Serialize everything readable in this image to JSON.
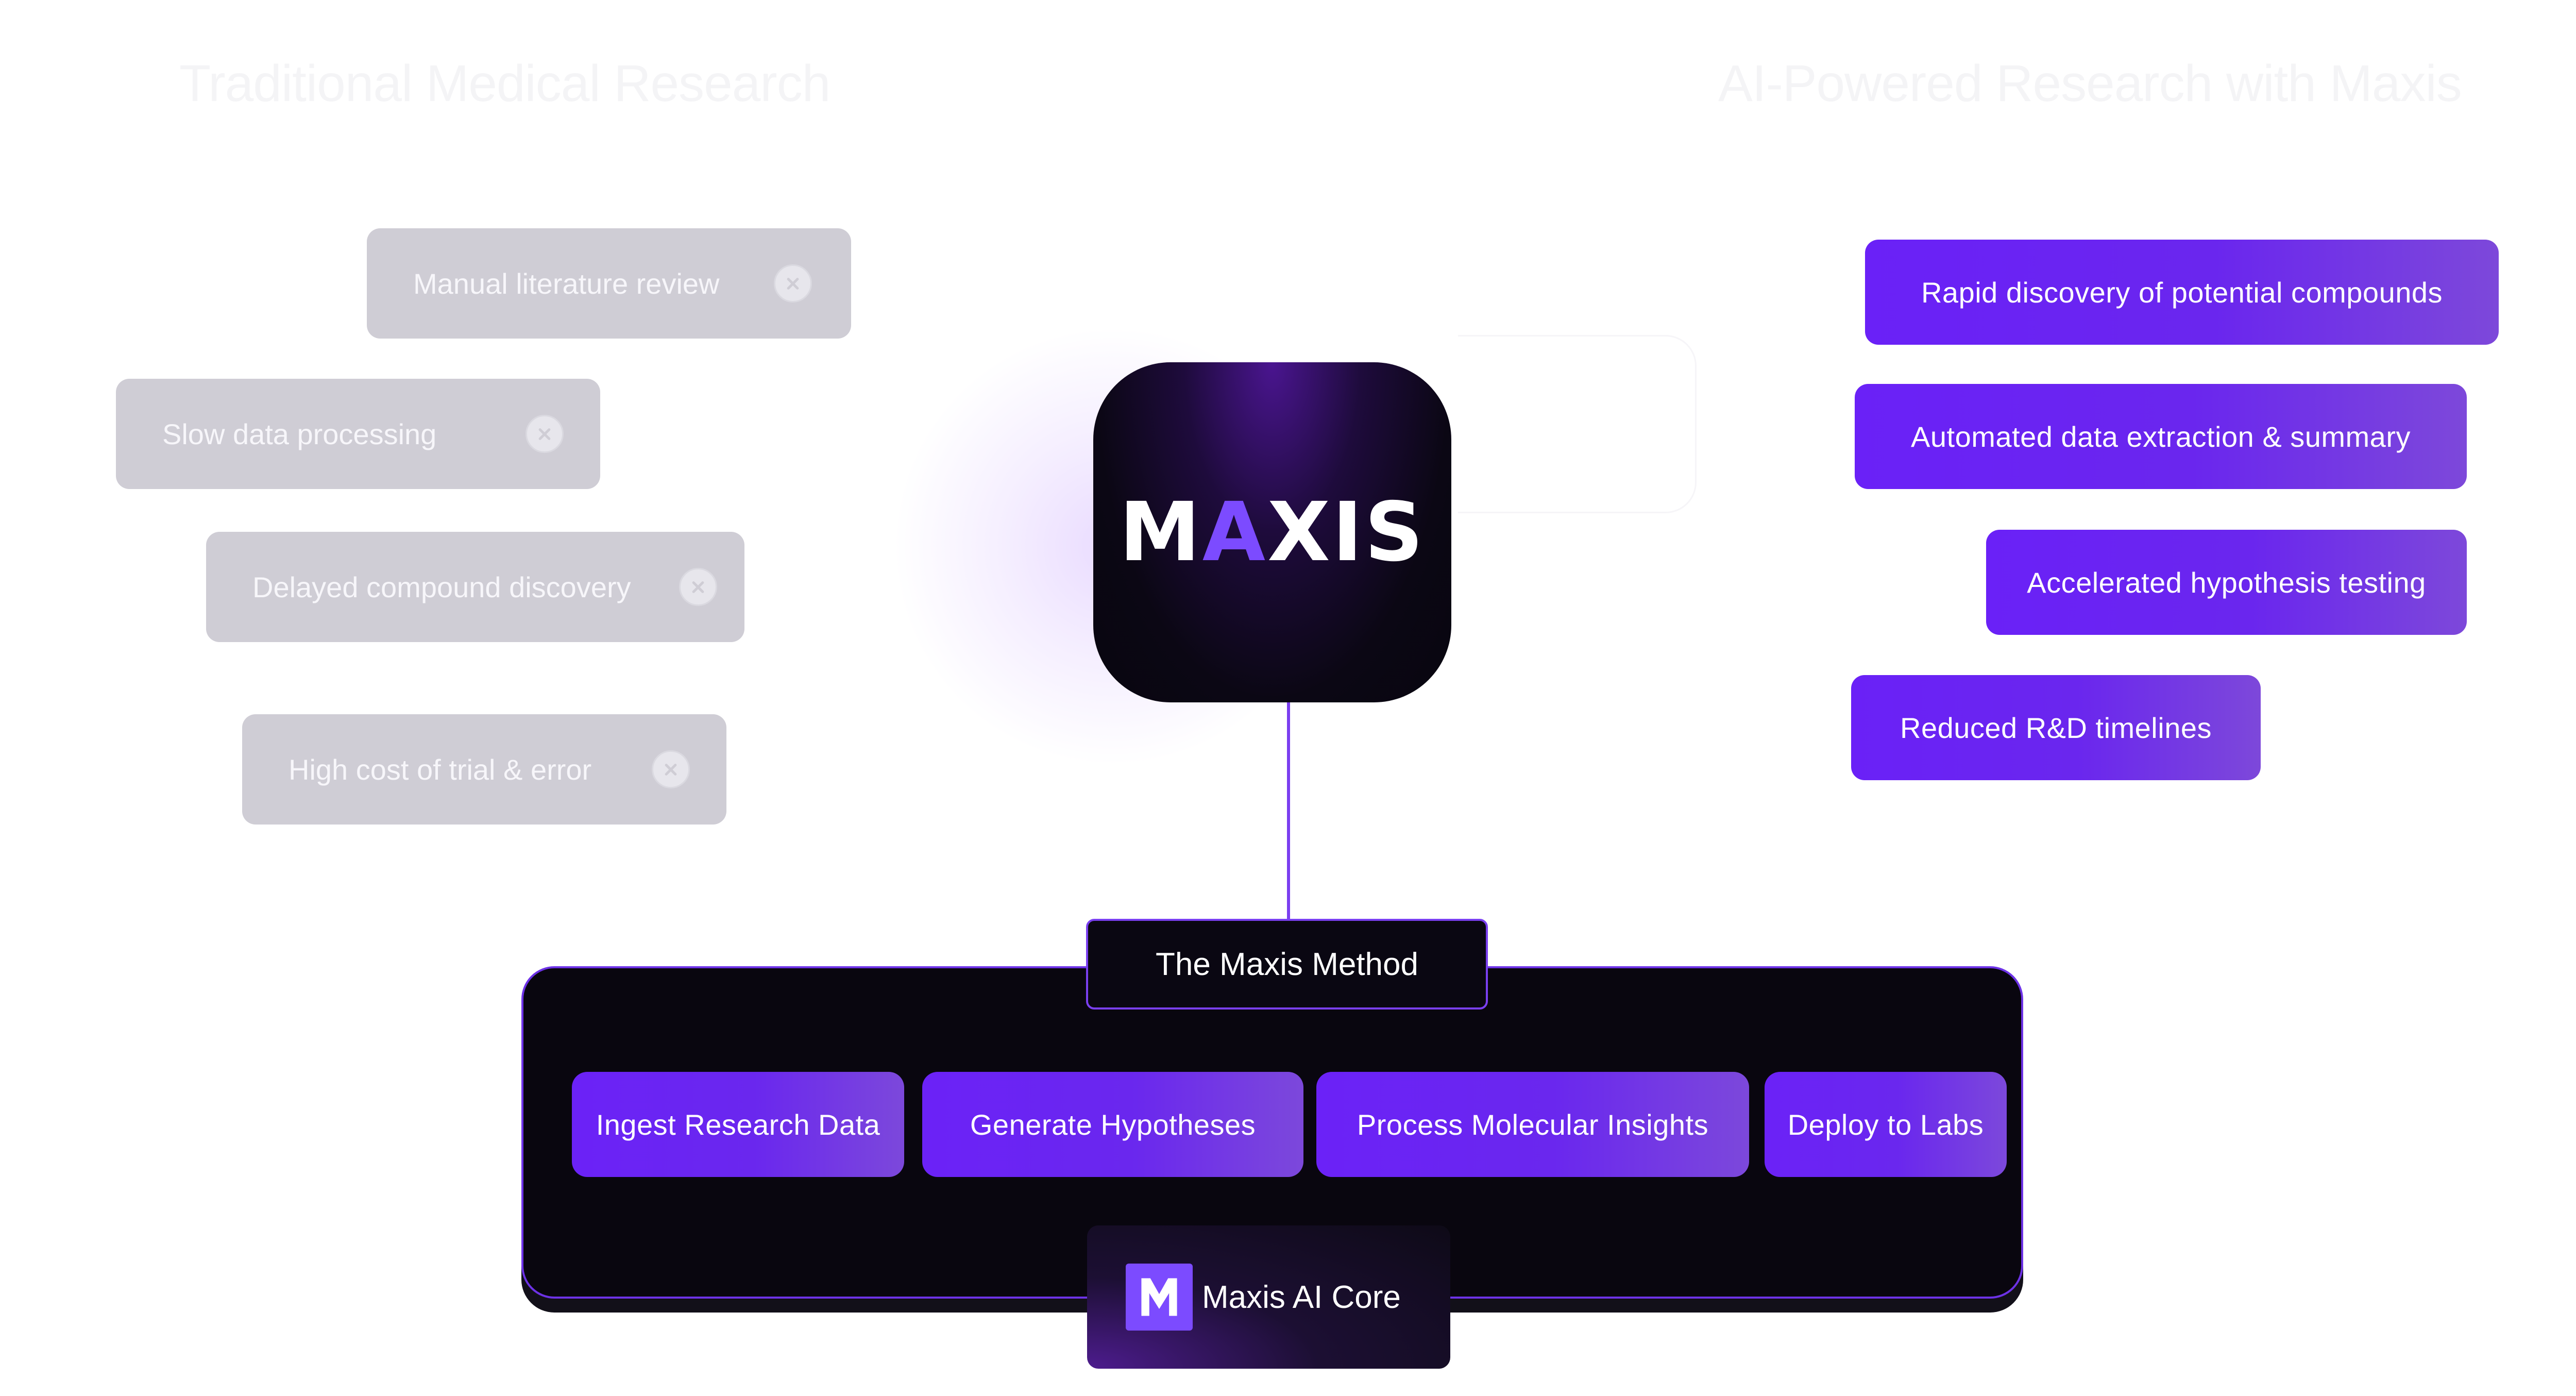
{
  "headings": {
    "left": "Traditional Medical Research",
    "right": "AI-Powered Research with Maxis"
  },
  "traditional_items": [
    "Manual literature review",
    "Slow data processing",
    "Delayed compound discovery",
    "High cost of trial & error"
  ],
  "ai_items": [
    "Rapid discovery of potential compounds",
    "Automated data extraction & summary",
    "Accelerated hypothesis testing",
    "Reduced R&D timelines"
  ],
  "logo": {
    "part1": "M",
    "part2": "A",
    "part3": "X",
    "part4": "IS"
  },
  "method": {
    "title": "The Maxis Method",
    "steps": [
      "Ingest Research Data",
      "Generate Hypotheses",
      "Process Molecular Insights",
      "Deploy to Labs"
    ],
    "core_label": "Maxis AI Core"
  },
  "colors": {
    "accent": "#6a21f7",
    "muted_pill": "#cfcdd5",
    "panel": "#09060f"
  }
}
